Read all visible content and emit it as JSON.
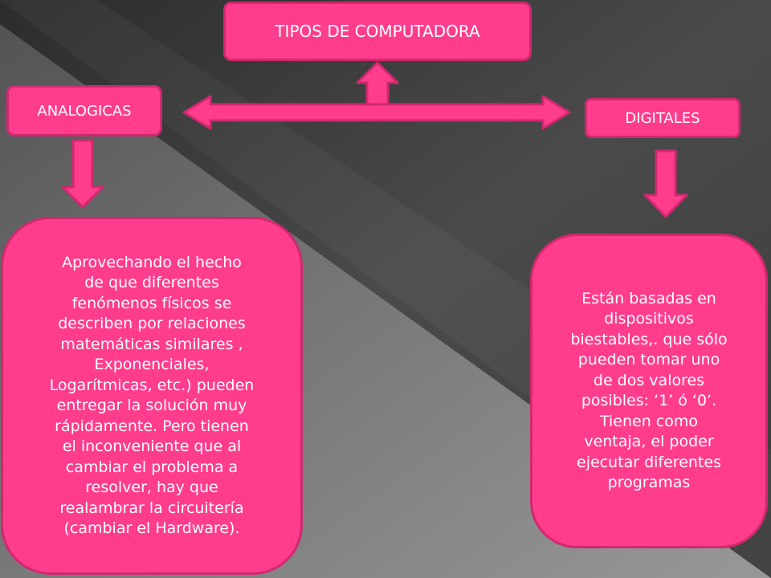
{
  "colors": {
    "box_fill": "#ff3d8c",
    "box_border": "#d0296f",
    "text": "#ffffff",
    "background_dark": "#3a3a3a",
    "background_light": "#9a9a9a"
  },
  "diagram": {
    "title": "TIPOS DE COMPUTADORA",
    "left_category": "ANALOGICAS",
    "right_category": "DIGITALES",
    "left_description": "Aprovechando el hecho\nde que diferentes\nfenómenos físicos se\ndescriben por relaciones\nmatemáticas similares ,\nExponenciales,\nLogarítmicas, etc.) pueden\nentregar la solución muy\nrápidamente. Pero tienen\nel inconveniente que al\ncambiar el problema a\nresolver, hay que\nrealambrar la circuitería\n(cambiar el Hardware).",
    "right_description": "Están basadas en\ndispositivos\nbiestables,. que sólo\npueden tomar uno\nde dos valores\nposibles: ‘1’ ó ‘0’.\nTienen como\nventaja, el poder\nejecutar diferentes\nprogramas"
  }
}
